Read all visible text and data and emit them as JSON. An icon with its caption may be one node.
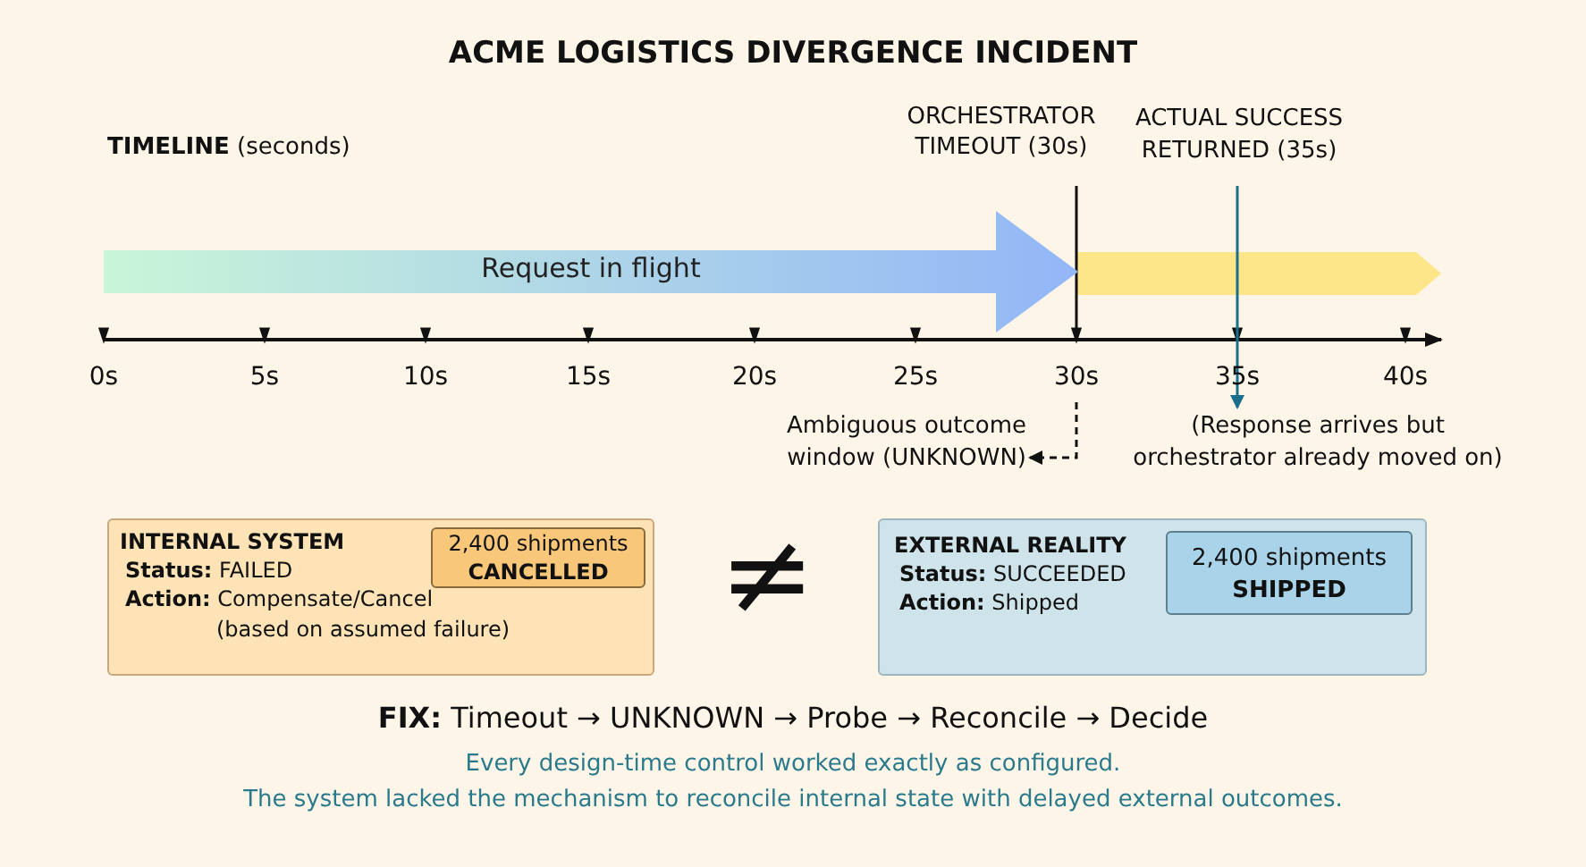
{
  "diagram": {
    "title": "ACME LOGISTICS DIVERGENCE INCIDENT",
    "nodes": [
      {
        "text": [
          "ACTUAL SUCCESS RETURNED (35s)"
        ]
      },
      {
        "text": [
          "Request in flight"
        ]
      },
      {
        "text": [
          "Ambiguous outcome window (UNKNOWN)"
        ]
      },
      {
        "text": [
          "(Response arrives but orchestrator already moved on)"
        ]
      },
      {
        "text": [
          "INTERNAL SYSTEM",
          "**Status:** FAILED",
          "**Action:** Compensate/Cancel",
          "(based on assumed failure)"
        ]
      },
      {
        "text": [
          "2,400 shipments",
          "CANCELLED"
        ],
        "in": 4
      },
      {
        "text": [
          "EXTERNAL REALITY",
          "**Status:** SUCCEEDED",
          "**Action:** Shipped"
        ]
      },
      {
        "text": [
          "2,400 shipments",
          "SHIPPED"
        ],
        "in": 6
      }
    ],
    "edges": [
      {
        "from": null,
        "to": 2,
        "arrow": "to",
        "style": "dashed"
      },
      {
        "from": 0,
        "to": 3,
        "arrow": "to",
        "color": "#1b6e8c"
      }
    ],
    "labels": [
      "**TIMELINE** (seconds)",
      "ORCHESTRATOR TIMEOUT (30s)",
      "0s",
      "5s",
      "10s",
      "15s",
      "20s",
      "25s",
      "30s",
      "35s",
      "40s",
      "≠",
      "**FIX:** Timeout → UNKNOWN → Probe → Reconcile → Decide",
      "Every design-time control worked exactly as configured.",
      "The system lacked the mechanism to reconcile internal state with delayed external outcomes."
    ]
  }
}
